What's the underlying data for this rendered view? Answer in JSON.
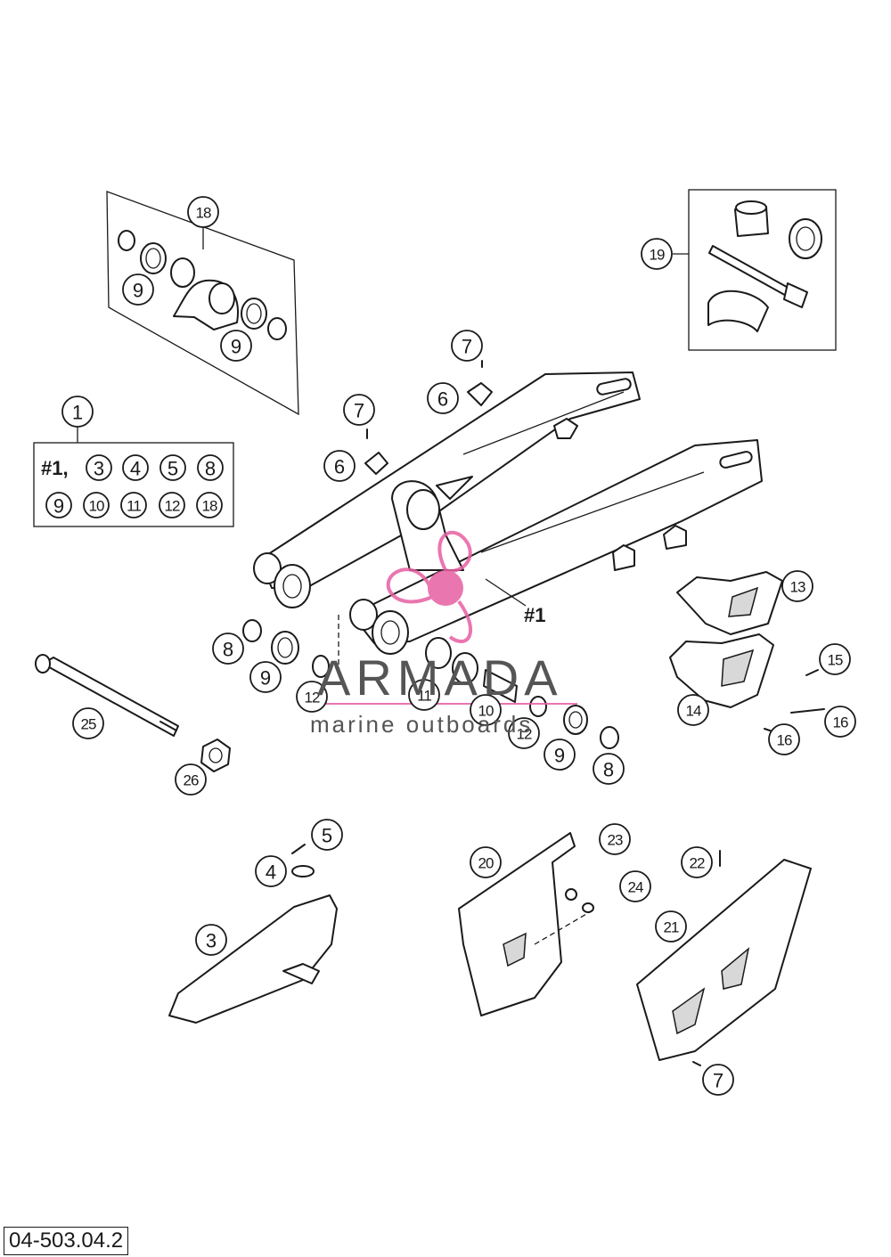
{
  "drawing_code": "04-503.04.2",
  "kit_prefix": "#1,",
  "assembly_label": "#1",
  "kit_row1": [
    "3",
    "4",
    "5",
    "8"
  ],
  "kit_row2": [
    "9",
    "10",
    "11",
    "12",
    "18"
  ],
  "watermark": {
    "brand": "ARMADA",
    "tagline": "marine outboards",
    "accent_color": "#e75fa3"
  },
  "callouts": [
    {
      "id": "c18",
      "label": "18"
    },
    {
      "id": "c9a",
      "label": "9"
    },
    {
      "id": "c9b",
      "label": "9"
    },
    {
      "id": "c19",
      "label": "19"
    },
    {
      "id": "c1",
      "label": "1"
    },
    {
      "id": "c7a",
      "label": "7"
    },
    {
      "id": "c6a",
      "label": "6"
    },
    {
      "id": "c7b",
      "label": "7"
    },
    {
      "id": "c6b",
      "label": "6"
    },
    {
      "id": "c13",
      "label": "13"
    },
    {
      "id": "c14",
      "label": "14"
    },
    {
      "id": "c15",
      "label": "15"
    },
    {
      "id": "c16a",
      "label": "16"
    },
    {
      "id": "c16b",
      "label": "16"
    },
    {
      "id": "c8a",
      "label": "8"
    },
    {
      "id": "c9c",
      "label": "9"
    },
    {
      "id": "c12a",
      "label": "12"
    },
    {
      "id": "c11",
      "label": "11"
    },
    {
      "id": "c10",
      "label": "10"
    },
    {
      "id": "c12b",
      "label": "12"
    },
    {
      "id": "c9d",
      "label": "9"
    },
    {
      "id": "c8b",
      "label": "8"
    },
    {
      "id": "c25",
      "label": "25"
    },
    {
      "id": "c26",
      "label": "26"
    },
    {
      "id": "c5",
      "label": "5"
    },
    {
      "id": "c4",
      "label": "4"
    },
    {
      "id": "c3",
      "label": "3"
    },
    {
      "id": "c20",
      "label": "20"
    },
    {
      "id": "c23",
      "label": "23"
    },
    {
      "id": "c24",
      "label": "24"
    },
    {
      "id": "c22",
      "label": "22"
    },
    {
      "id": "c21",
      "label": "21"
    },
    {
      "id": "c7c",
      "label": "7"
    }
  ]
}
